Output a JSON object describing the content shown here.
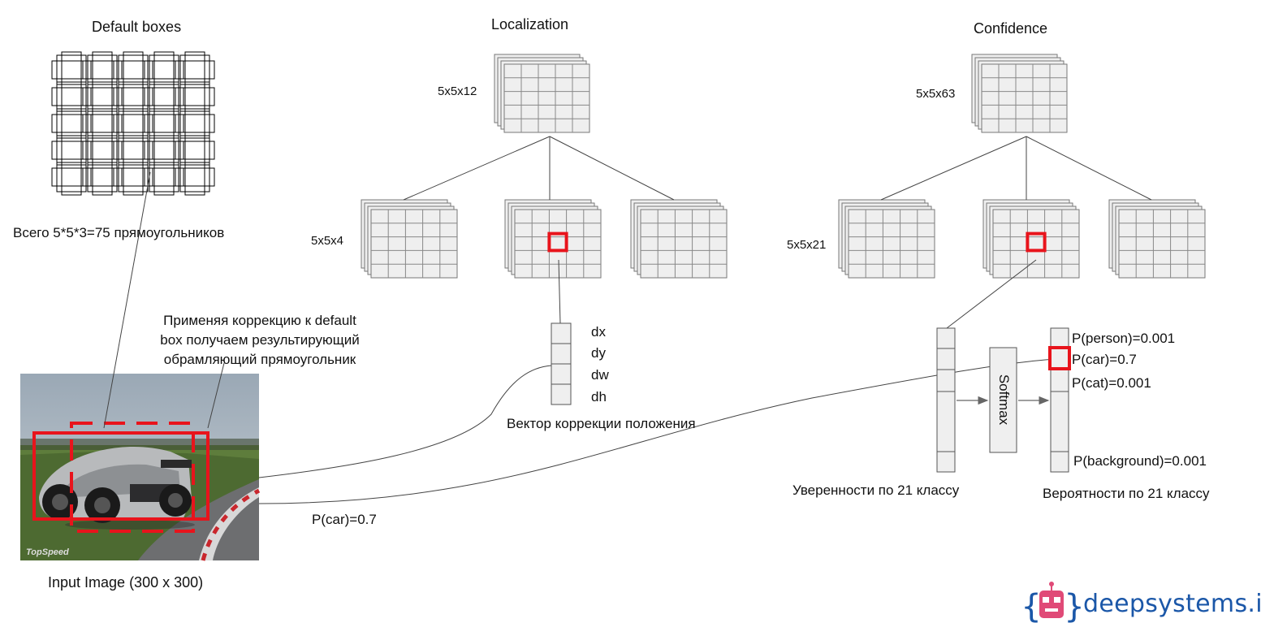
{
  "titles": {
    "default_boxes": "Default boxes",
    "localization": "Localization",
    "confidence": "Confidence"
  },
  "dims": {
    "loc_top": "5x5x12",
    "loc_sub": "5x5x4",
    "conf_top": "5x5x63",
    "conf_sub": "5x5x21"
  },
  "captions": {
    "total_boxes": "Всего 5*5*3=75 прямоугольников",
    "correction_1": "Применяя коррекцию к default",
    "correction_2": "box получаем результирующий",
    "correction_3": "обрамляющий прямоугольник",
    "input_image": "Input Image (300 x 300)",
    "offset_vector": "Вектор коррекции положения",
    "confidences": "Уверенности по 21 классу",
    "probabilities": "Вероятности по 21 классу",
    "p_car_bottom": "P(car)=0.7",
    "softmax": "Softmax",
    "photo_watermark": "TopSpeed"
  },
  "offsets": [
    "dx",
    "dy",
    "dw",
    "dh"
  ],
  "probs": {
    "person": "P(person)=0.001",
    "car": "P(car)=0.7",
    "cat": "P(cat)=0.001",
    "background": "P(background)=0.001"
  },
  "brand": {
    "name": "deepsystems.io",
    "color": "#1b57a8"
  },
  "colors": {
    "highlight": "#e8141c",
    "cell": "#efefef",
    "grid": "#888888",
    "line": "#444444"
  }
}
